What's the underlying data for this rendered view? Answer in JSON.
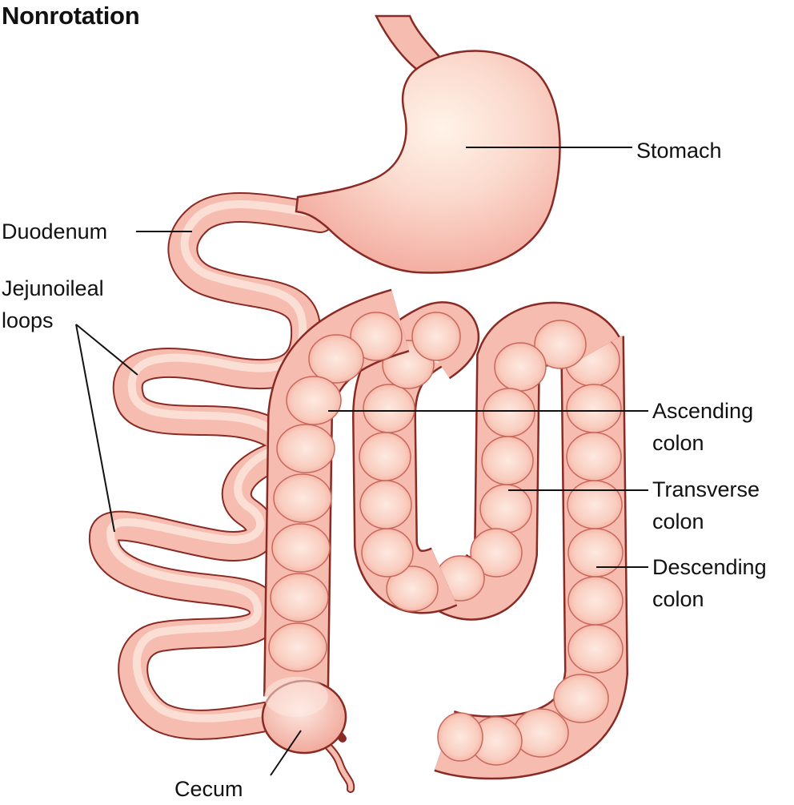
{
  "title": "Nonrotation",
  "labels": {
    "stomach": "Stomach",
    "duodenum": "Duodenum",
    "jejunoileal_loops": [
      "Jejunoileal",
      "loops"
    ],
    "ascending_colon": [
      "Ascending",
      "colon"
    ],
    "transverse_colon": [
      "Transverse",
      "colon"
    ],
    "descending_colon": [
      "Descending",
      "colon"
    ],
    "cecum": "Cecum"
  },
  "colors": {
    "tissue_fill": "#f6bcb0",
    "tissue_highlight": "#fde9e1",
    "tissue_outline": "#8a2a24",
    "leader_line": "#111111"
  }
}
